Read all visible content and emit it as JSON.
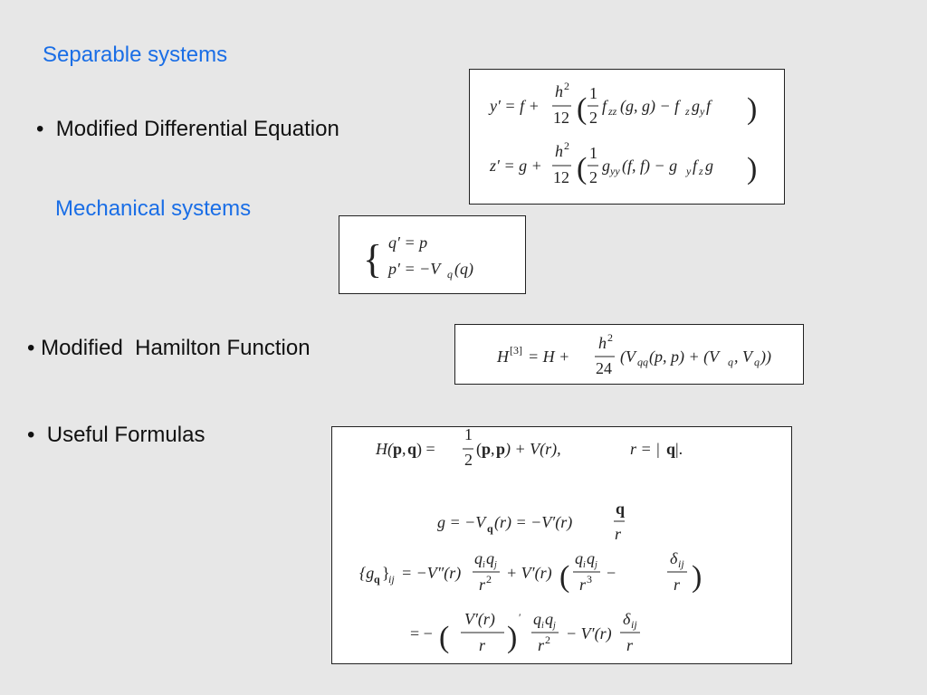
{
  "slide": {
    "headings": {
      "separable": "Separable systems",
      "mechanical": "Mechanical systems"
    },
    "bullets": {
      "mde": "•  Modified Differential Equation",
      "mhf": "• Modified  Hamilton Function",
      "useful": "•  Useful Formulas"
    },
    "equations": {
      "separable_box": "y' = f + h²/12 (½ f_zz(g,g) − f_z g_y f);  z' = g + h²/12 (½ g_yy(f,f) − g_y f_z g)",
      "mechanical_box": "{ q' = p ; p' = −V_q(q) }",
      "hamilton_box": "H^[3] = H + h²/24 (V_qq(p,p) + (V_q, V_q))",
      "useful_box": "H(p,q) = ½(p,p) + V(r), r = |q|.  g = −V_q(r) = −V'(r) q/r;  {g_q}_ij = −V''(r) q_i q_j / r² + V'(r)(q_i q_j / r³ − δ_ij / r) = −(V'(r)/r)' q_i q_j / r² − V'(r) δ_ij / r"
    }
  }
}
